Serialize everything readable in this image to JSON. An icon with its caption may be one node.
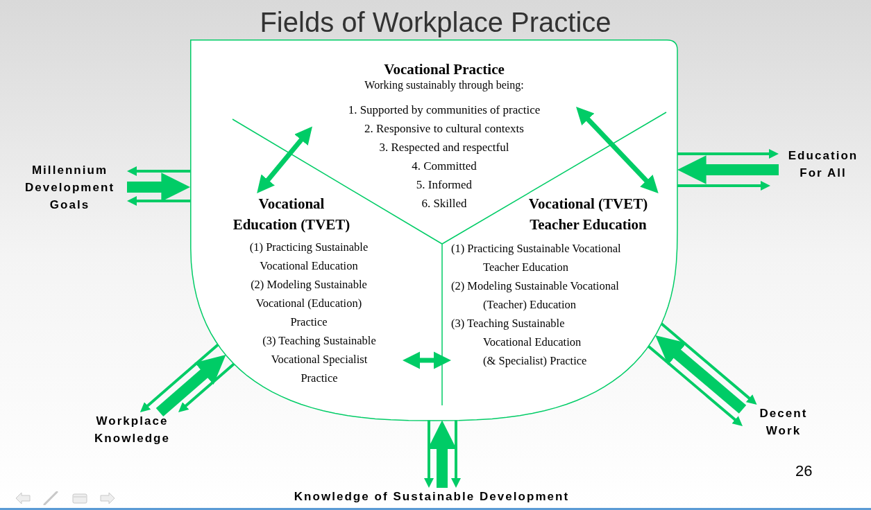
{
  "diagram": {
    "title": "Fields of Workplace Practice",
    "nodes": [
      {
        "text": [],
        "shape": "shield"
      },
      {
        "text": [
          "Vocational Practice",
          "Working sustainably through being:",
          "1. Supported by communities of practice",
          "2. Responsive to cultural contexts",
          "3. Respected and respectful",
          "4. Committed",
          "5. Informed",
          "6. Skilled"
        ],
        "in": 0
      },
      {
        "text": [
          "Vocational Education (TVET)",
          "(1) Practicing Sustainable Vocational Education",
          "(2) Modeling Sustainable Vocational (Education) Practice",
          "(3) Teaching Sustainable Vocational Specialist Practice"
        ],
        "in": 0
      },
      {
        "text": [
          "Vocational (TVET) Teacher Education",
          "(1) Practicing Sustainable Vocational Teacher Education",
          "(2) Modeling Sustainable Vocational (Teacher) Education",
          "(3) Teaching Sustainable Vocational Education (& Specialist) Practice"
        ],
        "in": 0
      },
      {
        "text": [
          "Millennium Development Goals"
        ]
      },
      {
        "text": [
          "Education For All"
        ]
      },
      {
        "text": [
          "Workplace Knowledge"
        ]
      },
      {
        "text": [
          "Decent Work"
        ]
      },
      {
        "text": [
          "Knowledge of Sustainable Development"
        ]
      }
    ],
    "edges": [
      {
        "from": 2,
        "to": 1,
        "arrow": "both"
      },
      {
        "from": 1,
        "to": 3,
        "arrow": "both"
      },
      {
        "from": 2,
        "to": 3,
        "arrow": "both"
      },
      {
        "from": 4,
        "to": 0,
        "arrow": "to",
        "style": "thick"
      },
      {
        "from": 0,
        "to": 4,
        "arrow": "to"
      },
      {
        "from": 0,
        "to": 4,
        "arrow": "to"
      },
      {
        "from": 5,
        "to": 0,
        "arrow": "to",
        "style": "thick"
      },
      {
        "from": 0,
        "to": 5,
        "arrow": "to"
      },
      {
        "from": 0,
        "to": 5,
        "arrow": "to"
      },
      {
        "from": 6,
        "to": 0,
        "arrow": "to",
        "style": "thick"
      },
      {
        "from": 0,
        "to": 6,
        "arrow": "to"
      },
      {
        "from": 0,
        "to": 6,
        "arrow": "to"
      },
      {
        "from": 7,
        "to": 0,
        "arrow": "to",
        "style": "thick"
      },
      {
        "from": 0,
        "to": 7,
        "arrow": "to"
      },
      {
        "from": 0,
        "to": 7,
        "arrow": "to"
      },
      {
        "from": 8,
        "to": 0,
        "arrow": "to",
        "style": "thick"
      },
      {
        "from": 0,
        "to": 8,
        "arrow": "to"
      },
      {
        "from": 0,
        "to": 8,
        "arrow": "to"
      }
    ],
    "labels": [
      "26"
    ]
  }
}
